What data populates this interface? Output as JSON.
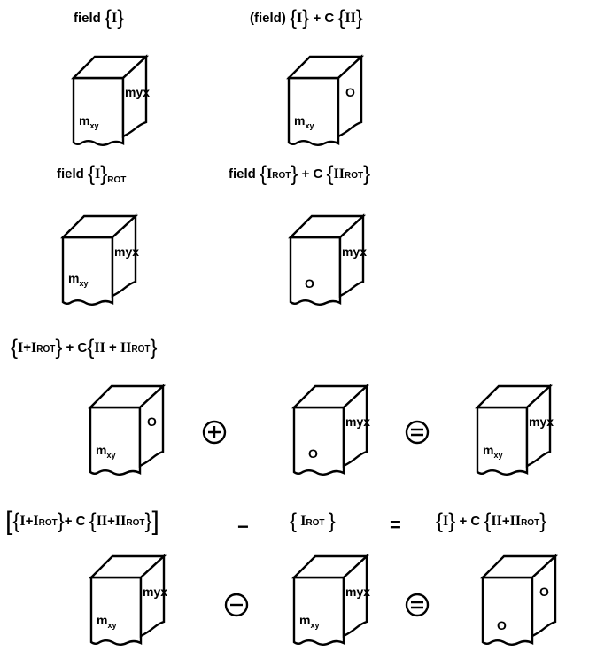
{
  "labels": {
    "field": "field",
    "field_paren": "(field)",
    "C": "C",
    "roman_I": "I",
    "roman_II": "II",
    "rot": "ROT",
    "plus": "+",
    "minus": "−",
    "equals": "="
  },
  "faces": {
    "mxy": "m",
    "mxy_sub": "xy",
    "myx": "myx",
    "zero": "O"
  }
}
